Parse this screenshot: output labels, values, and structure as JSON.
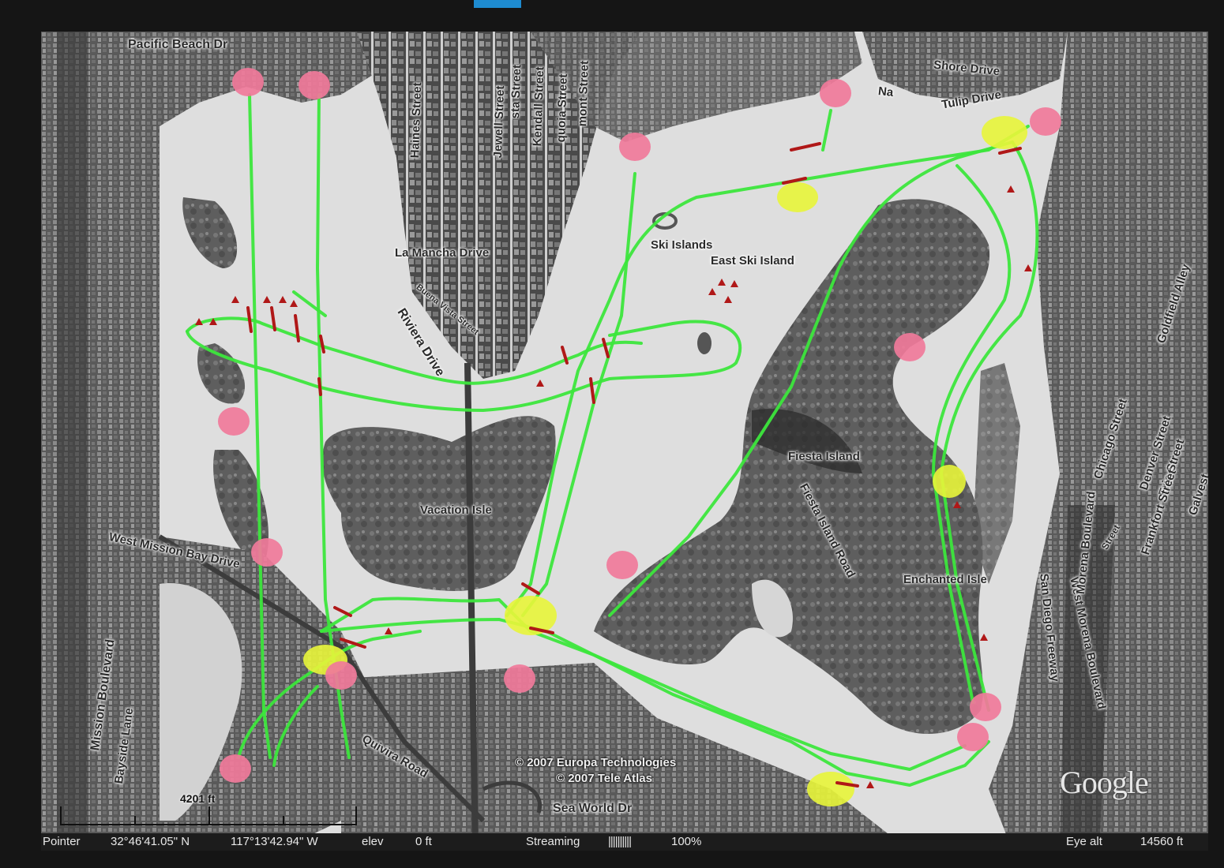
{
  "labels": {
    "pacific_beach": "Pacific Beach Dr",
    "haines": "Haines Street",
    "jewell": "Jewell Street",
    "sta": "sta Street",
    "kendall": "Kendall Street",
    "quoia": "quoia Street",
    "mont": "mont Street",
    "shore_drive": "Shore Drive",
    "tulip_drive": "Tulip Drive",
    "napa_partial": "Na",
    "la_mancha": "La Mancha Drive",
    "buena_vista": "Buena Vista Street",
    "riviera": "Riviera Drive",
    "ski_islands": "Ski Islands",
    "east_ski_island": "East Ski Island",
    "fiesta_island": "Fiesta Island",
    "fiesta_island_road": "Fiesta Island Road",
    "vacation_isle": "Vacation Isle",
    "enchanted_isle": "Enchanted Isle",
    "west_mission_bay": "West Mission Bay Drive",
    "mission_boulevard": "Mission Boulevard",
    "bayside_lane": "Bayside Lane",
    "quivira_road": "Quivira Road",
    "sea_world": "Sea World Dr",
    "san_diego_freeway": "San Diego Freeway",
    "west_morena": "West Morena Boulevard",
    "morena": "Morena Boulevard",
    "chicago": "Chicago Street",
    "denver": "Denver Street",
    "erie": "Erie Street",
    "frankfort": "Frankfort Street",
    "galveston": "Galvest",
    "goldfield": "Goldfield Alley",
    "street_partial": "Street"
  },
  "credits": {
    "europa": "© 2007 Europa Technologies",
    "tele_atlas": "© 2007 Tele Atlas",
    "google": "Google"
  },
  "scale": {
    "label": "4201 ft"
  },
  "status": {
    "pointer_label": "Pointer",
    "lat": "32°46'41.05\" N",
    "lon": "117°13'42.94\" W",
    "elev_label": "elev",
    "elev_value": "0 ft",
    "streaming_label": "Streaming",
    "streaming_bars": "||||||||||",
    "streaming_pct": "100%",
    "eye_alt_label": "Eye alt",
    "eye_alt_value": "14560 ft"
  },
  "colors": {
    "route": "#3ce63c",
    "buoy": "#f07a9a",
    "checkpoint": "#e8f53a",
    "marker": "#b01818",
    "water": "#dcdcdc",
    "land": "#6a6a6a"
  }
}
